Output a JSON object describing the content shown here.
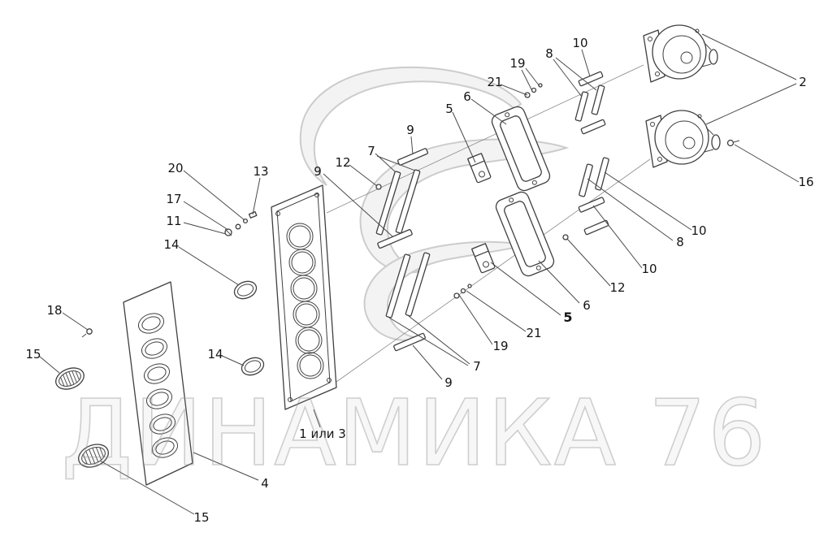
{
  "watermark": {
    "brand": "ДИНАМИКА 76"
  },
  "callouts": [
    {
      "ref": "19",
      "text": "19"
    },
    {
      "ref": "8",
      "text": "8"
    },
    {
      "ref": "10",
      "text": "10"
    },
    {
      "ref": "2",
      "text": "2"
    },
    {
      "ref": "21",
      "text": "21"
    },
    {
      "ref": "6",
      "text": "6"
    },
    {
      "ref": "5",
      "text": "5"
    },
    {
      "ref": "9",
      "text": "9"
    },
    {
      "ref": "7",
      "text": "7"
    },
    {
      "ref": "12",
      "text": "12"
    },
    {
      "ref": "9",
      "text": "9"
    },
    {
      "ref": "20",
      "text": "20"
    },
    {
      "ref": "13",
      "text": "13"
    },
    {
      "ref": "17",
      "text": "17"
    },
    {
      "ref": "11",
      "text": "11"
    },
    {
      "ref": "14",
      "text": "14"
    },
    {
      "ref": "18",
      "text": "18"
    },
    {
      "ref": "15",
      "text": "15"
    },
    {
      "ref": "14",
      "text": "14"
    },
    {
      "ref": "16",
      "text": "16"
    },
    {
      "ref": "10",
      "text": "10"
    },
    {
      "ref": "8",
      "text": "8"
    },
    {
      "ref": "10",
      "text": "10"
    },
    {
      "ref": "12",
      "text": "12"
    },
    {
      "ref": "6",
      "text": "6"
    },
    {
      "ref": "5",
      "text": "5"
    },
    {
      "ref": "21",
      "text": "21"
    },
    {
      "ref": "19",
      "text": "19"
    },
    {
      "ref": "7",
      "text": "7"
    },
    {
      "ref": "9",
      "text": "9"
    },
    {
      "ref": "1-or-3",
      "text": "1 или 3"
    },
    {
      "ref": "4",
      "text": "4"
    },
    {
      "ref": "15",
      "text": "15"
    }
  ]
}
